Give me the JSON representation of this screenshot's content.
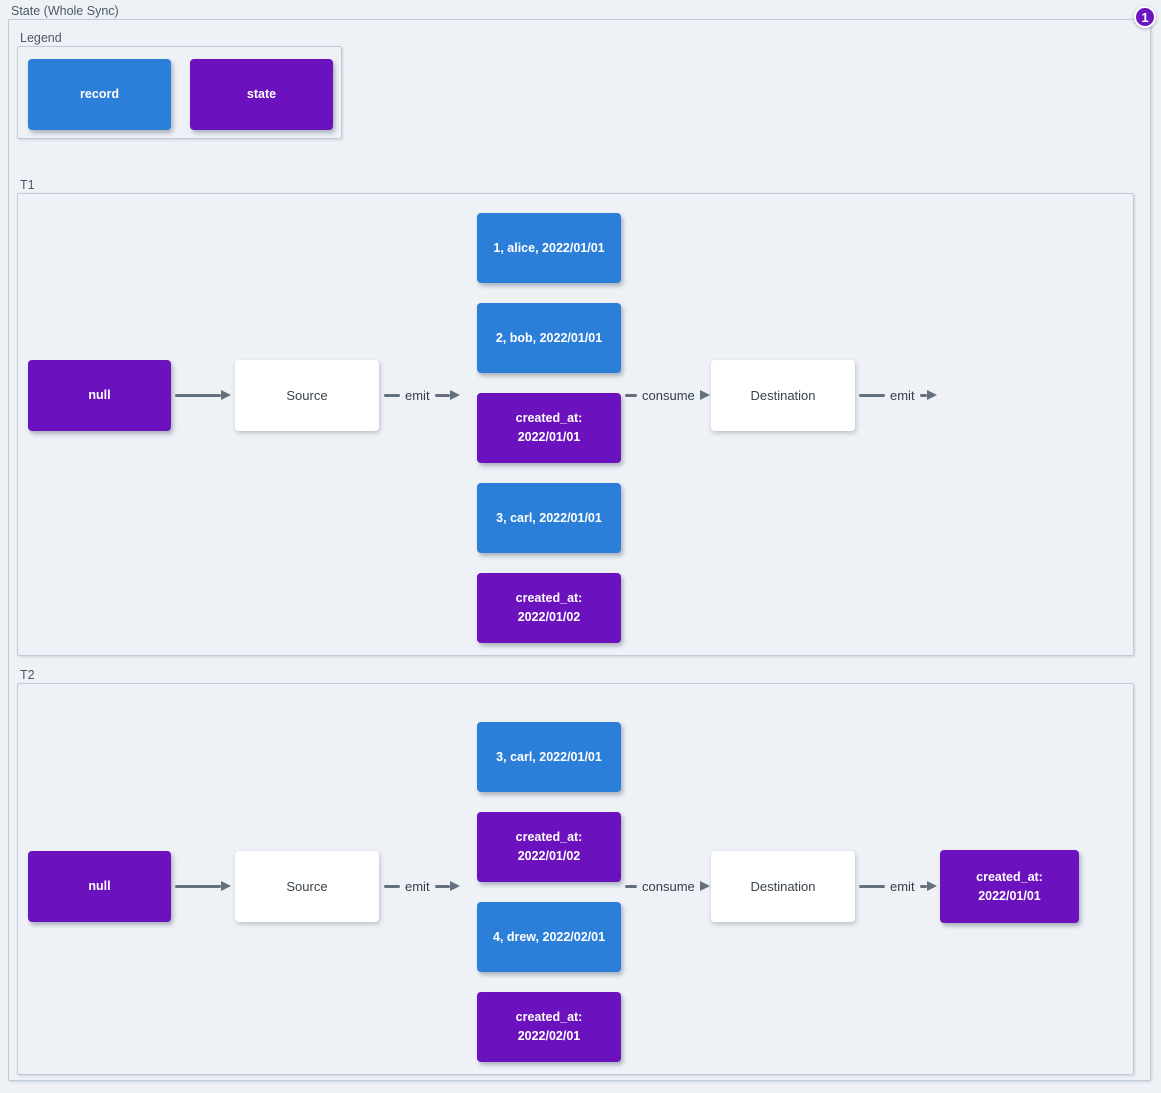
{
  "title": "State (Whole Sync)",
  "badge": "1",
  "colors": {
    "record_blue": "#2B7FD9",
    "state_purple": "#6B11BD",
    "background": "#EEF1F6",
    "edge_gray": "#64707D",
    "badge_purple": "#6C14BE"
  },
  "legend": {
    "label": "Legend",
    "items": [
      {
        "type": "record",
        "label": "record"
      },
      {
        "type": "state",
        "label": "state"
      }
    ]
  },
  "sections": [
    {
      "label": "T1",
      "nodes": {
        "initial_state": "null",
        "source": "Source",
        "destination": "Destination"
      },
      "edge_labels": {
        "emit_from_source": "emit",
        "consume": "consume",
        "emit_from_destination": "emit"
      },
      "stack": [
        {
          "type": "record",
          "label": "1, alice, 2022/01/01"
        },
        {
          "type": "record",
          "label": "2, bob, 2022/01/01"
        },
        {
          "type": "state",
          "label": "created_at:\n2022/01/01"
        },
        {
          "type": "record",
          "label": "3, carl, 2022/01/01"
        },
        {
          "type": "state",
          "label": "created_at:\n2022/01/02"
        }
      ]
    },
    {
      "label": "T2",
      "nodes": {
        "initial_state": "null",
        "source": "Source",
        "destination": "Destination",
        "emitted_state": "created_at:\n2022/01/01"
      },
      "edge_labels": {
        "emit_from_source": "emit",
        "consume": "consume",
        "emit_from_destination": "emit"
      },
      "stack": [
        {
          "type": "record",
          "label": "3, carl, 2022/01/01"
        },
        {
          "type": "state",
          "label": "created_at:\n2022/01/02"
        },
        {
          "type": "record",
          "label": "4, drew, 2022/02/01"
        },
        {
          "type": "state",
          "label": "created_at:\n2022/02/01"
        }
      ]
    }
  ]
}
